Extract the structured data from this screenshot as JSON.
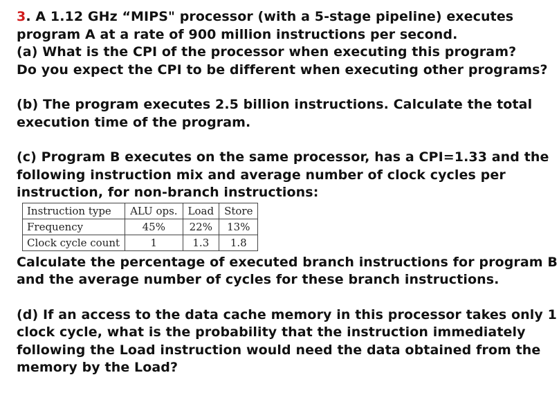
{
  "q3": {
    "number": "3",
    "line1": ". A 1.12 GHz “MIPS\" processor (with a 5-stage pipeline) executes",
    "line2": "program A at a rate of 900 million instructions per second.",
    "line3": "(a) What is the CPI of the processor when executing this program?",
    "line4": "Do you expect the CPI to be different when executing other programs?"
  },
  "part_b": {
    "line1": "(b) The program executes 2.5 billion instructions. Calculate the total",
    "line2": "execution time of the program."
  },
  "part_c": {
    "line1": "(c) Program B executes on the same processor, has a CPI=1.33 and the",
    "line2": "following instruction mix and average number of clock cycles per",
    "line3": "instruction, for non-branch instructions:",
    "table": {
      "headers": [
        "Instruction type",
        "ALU ops.",
        "Load",
        "Store"
      ],
      "rows": [
        [
          "Frequency",
          "45%",
          "22%",
          "13%"
        ],
        [
          "Clock cycle count",
          "1",
          "1.3",
          "1.8"
        ]
      ]
    },
    "after1": "Calculate the percentage of executed branch instructions for program B",
    "after2": "and the average number of cycles for these branch instructions."
  },
  "part_d": {
    "line1": "(d) If an access to the data cache memory in this processor takes only 1",
    "line2": "clock cycle, what is the probability that the instruction immediately",
    "line3": "following the Load instruction would need the data obtained from the",
    "line4": "memory by the Load?"
  }
}
